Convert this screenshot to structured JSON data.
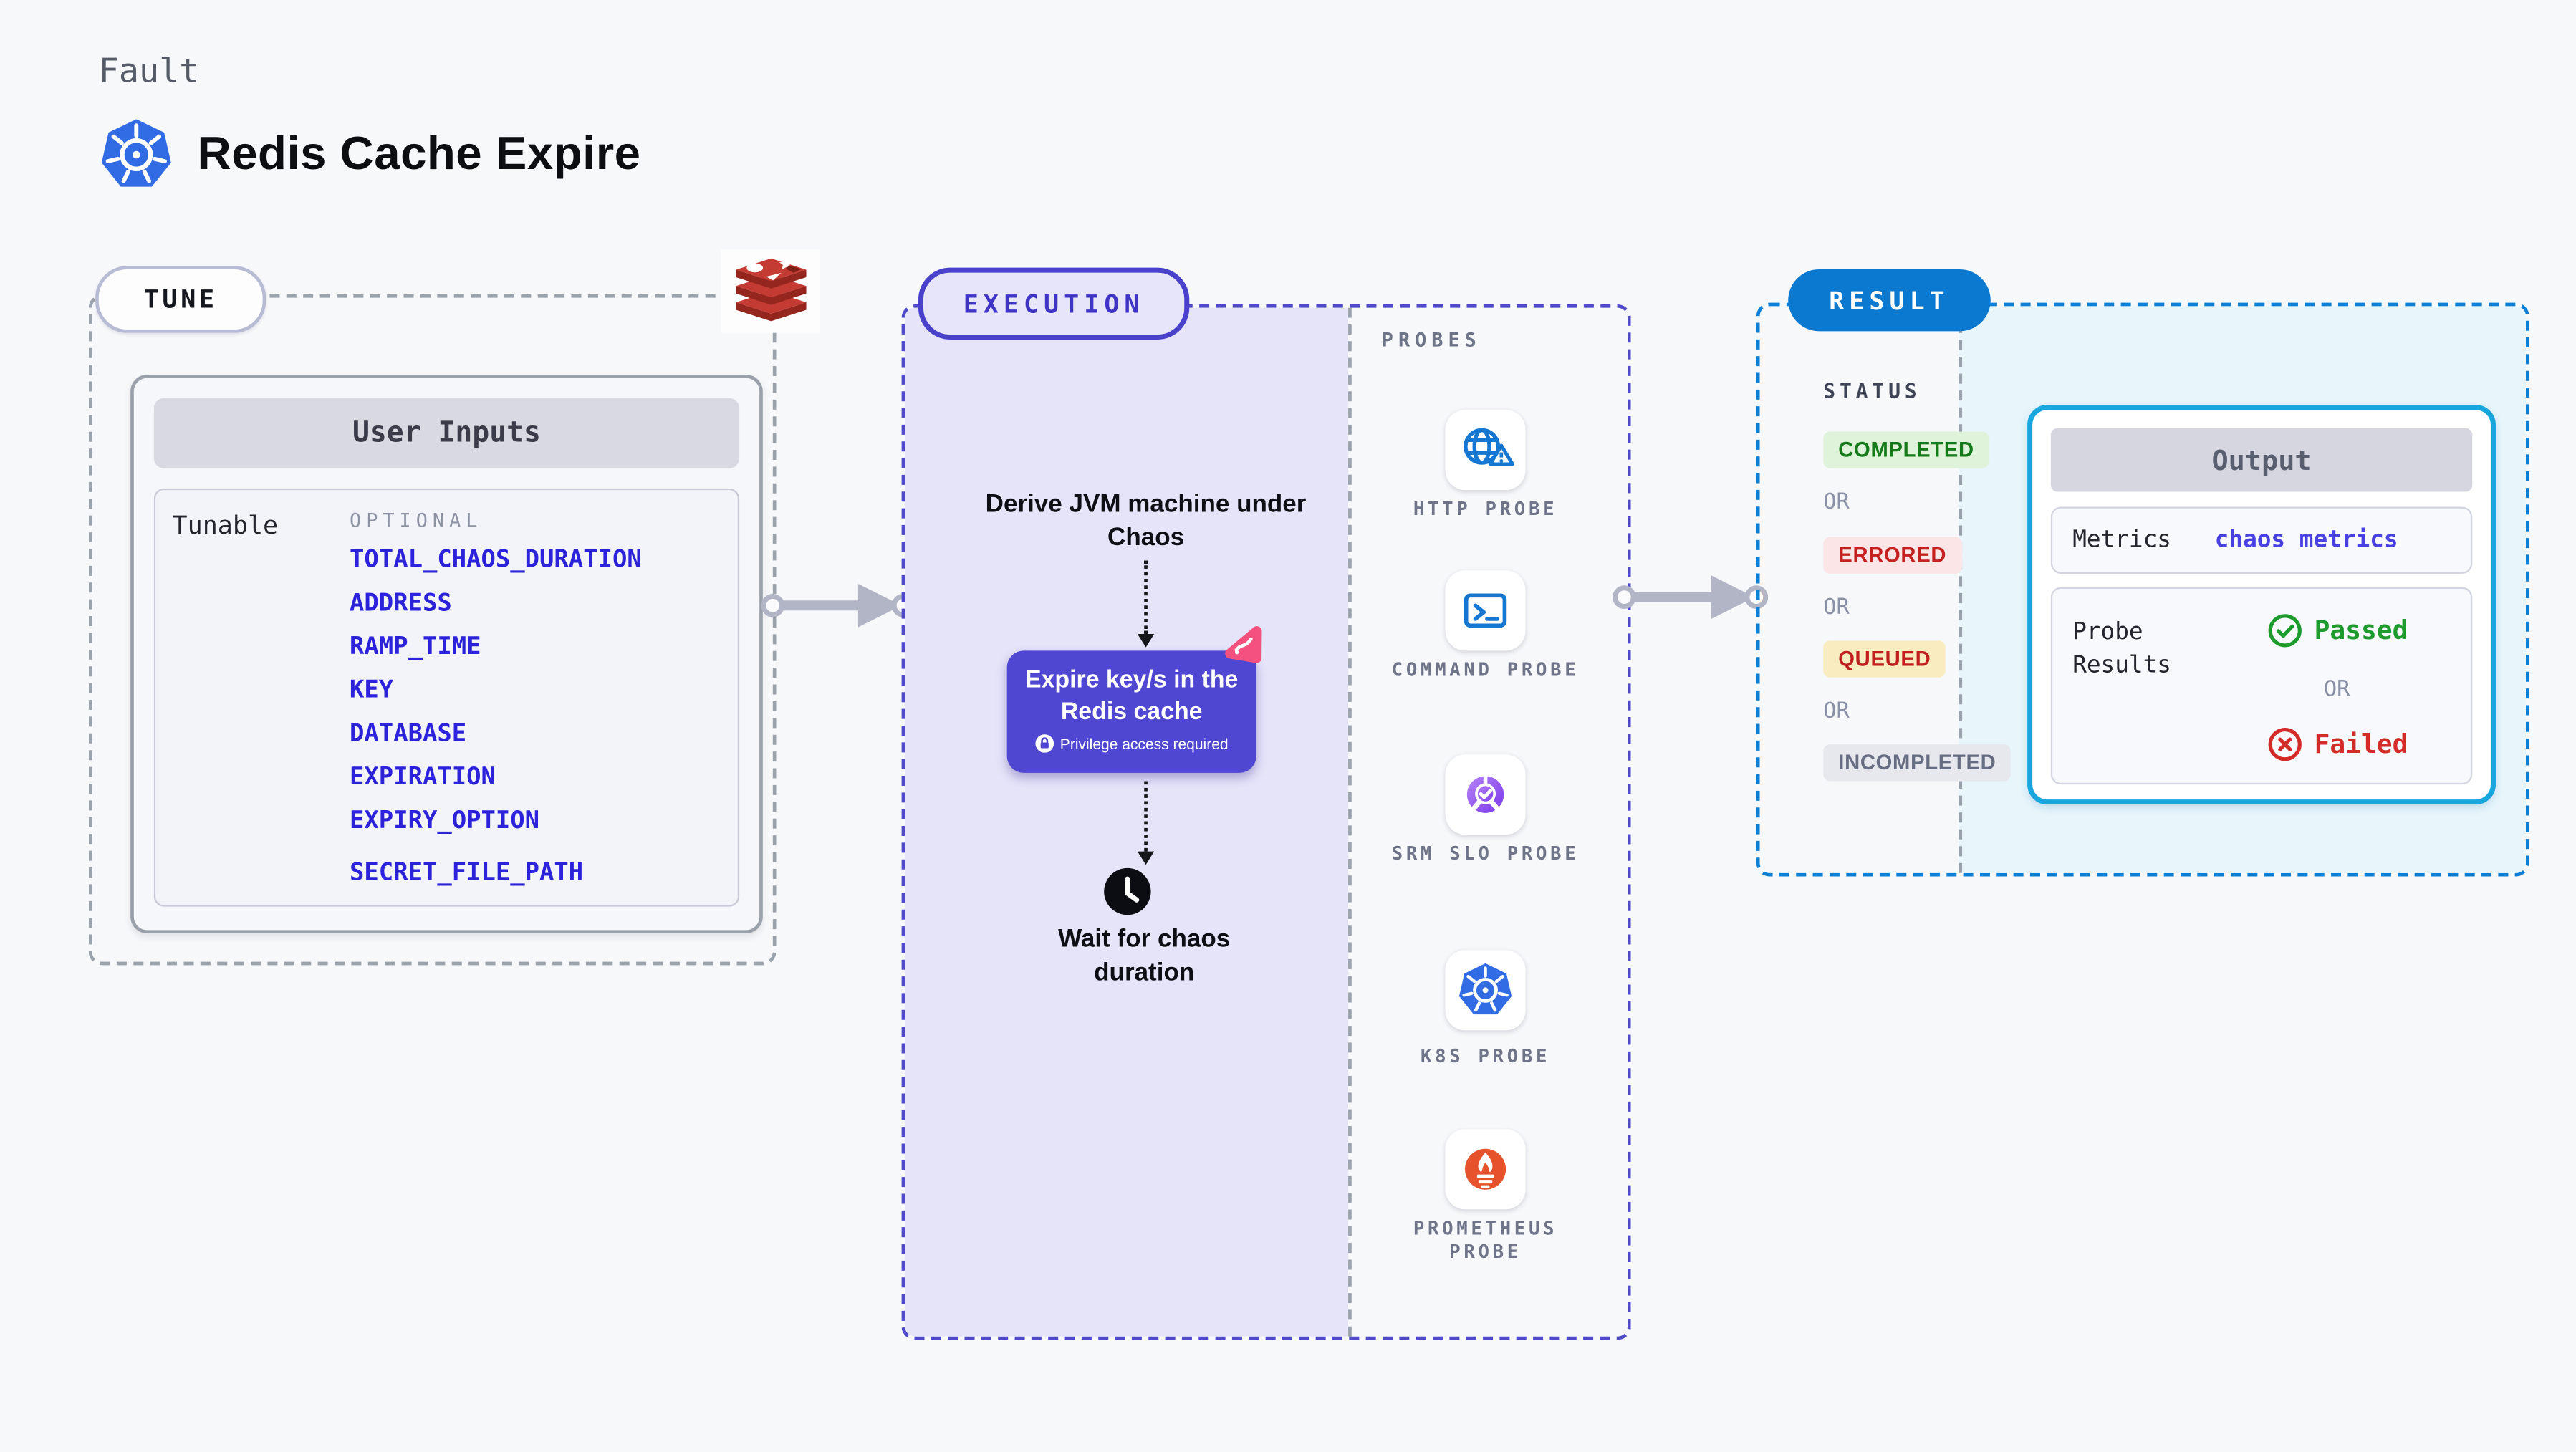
{
  "header": {
    "fault_label": "Fault",
    "title": "Redis Cache Expire"
  },
  "tune": {
    "badge": "TUNE",
    "user_inputs_title": "User Inputs",
    "tunable_label": "Tunable",
    "optional_label": "OPTIONAL",
    "inputs": [
      "TOTAL_CHAOS_DURATION",
      "ADDRESS",
      "RAMP_TIME",
      "KEY",
      "DATABASE",
      "EXPIRATION",
      "EXPIRY_OPTION",
      "SECRET_FILE_PATH"
    ]
  },
  "execution": {
    "badge": "EXECUTION",
    "probes_label": "PROBES",
    "derive_step": "Derive JVM machine under Chaos",
    "action_title": "Expire key/s in the Redis cache",
    "privilege_note": "Privilege access required",
    "wait_step": "Wait for chaos duration",
    "probes": [
      {
        "label": "HTTP PROBE",
        "icon": "globe-alert-icon"
      },
      {
        "label": "COMMAND PROBE",
        "icon": "terminal-icon"
      },
      {
        "label": "SRM SLO PROBE",
        "icon": "slo-gauge-icon"
      },
      {
        "label": "K8S PROBE",
        "icon": "kubernetes-icon"
      },
      {
        "label": "PROMETHEUS PROBE",
        "icon": "prometheus-flame-icon"
      }
    ]
  },
  "result": {
    "badge": "RESULT",
    "status_label": "STATUS",
    "or_label": "OR",
    "statuses": [
      "COMPLETED",
      "ERRORED",
      "QUEUED",
      "INCOMPLETED"
    ],
    "output": {
      "title": "Output",
      "metrics_label": "Metrics",
      "metrics_value": "chaos metrics",
      "probe_results_label": "Probe Results",
      "passed_label": "Passed",
      "or_label": "OR",
      "failed_label": "Failed"
    }
  },
  "colors": {
    "page_bg": "#f7f8fa",
    "tune_dash": "#9aa2ac",
    "execution_accent": "#4a41ca",
    "execution_panel": "#e6e4f9",
    "action_box": "#4f46d1",
    "chaos_pink": "#f5517f",
    "result_accent": "#0b79d0",
    "output_border": "#17a6de",
    "result_panel": "#e8f6fc",
    "link_blue": "#2b22d9",
    "passed_green": "#1d9b2c",
    "failed_red": "#d32b28",
    "kubernetes_blue": "#326ce5",
    "redis_red": "#c33b32",
    "prometheus_orange": "#e6522c"
  }
}
